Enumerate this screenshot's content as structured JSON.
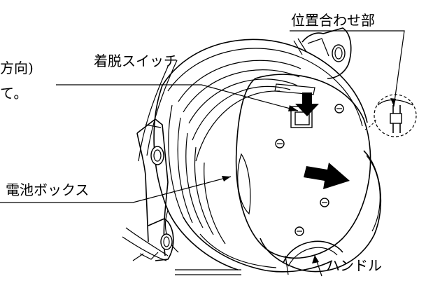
{
  "diagram": {
    "labels": {
      "partial_direction": "方向)",
      "partial_period": "て。",
      "detach_switch": "着脱スイッチ",
      "alignment_part": "位置合わせ部",
      "battery_box": "電池ボックス",
      "handle": "ハンドル"
    }
  }
}
